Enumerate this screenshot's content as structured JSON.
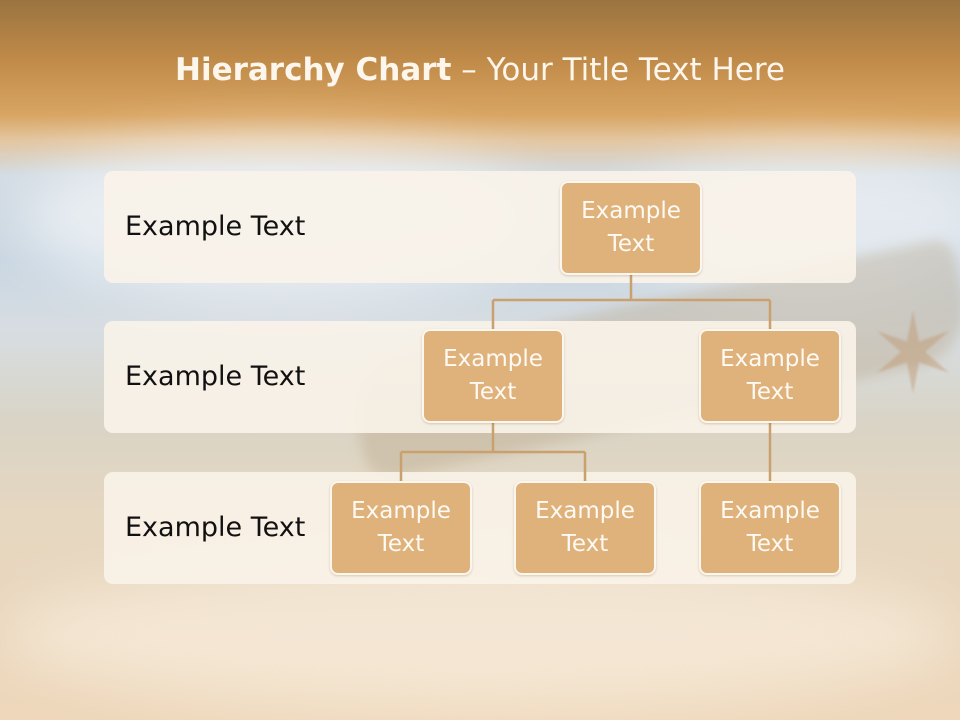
{
  "slide": {
    "title_bold": "Hierarchy Chart",
    "title_rest": " – Your Title Text Here"
  },
  "bands": [
    {
      "label": "Example Text"
    },
    {
      "label": "Example Text"
    },
    {
      "label": "Example Text"
    }
  ],
  "nodes": {
    "root": "Example\nText",
    "level2_left": "Example\nText",
    "level2_right": "Example\nText",
    "level3_a": "Example\nText",
    "level3_b": "Example\nText",
    "level3_c": "Example\nText"
  },
  "hierarchy": {
    "root": [
      "level2_left",
      "level2_right"
    ],
    "level2_left": [
      "level3_a",
      "level3_b"
    ],
    "level2_right": [
      "level3_c"
    ]
  },
  "colors": {
    "node_fill": "#dfb27c",
    "connector": "#c9a06e",
    "band_fill": "#faf3e9"
  }
}
